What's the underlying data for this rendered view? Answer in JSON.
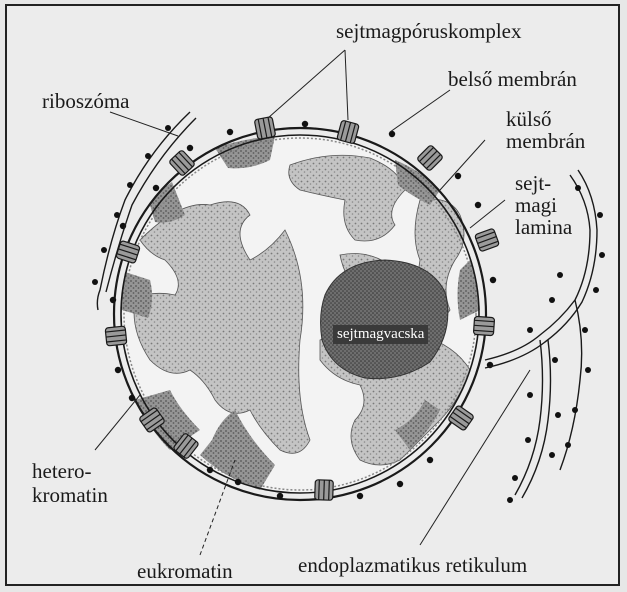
{
  "diagram": {
    "labels": {
      "pore_complex": "sejtmagpóruskomplex",
      "ribosome": "riboszóma",
      "inner_membrane": "belső membrán",
      "outer_membrane_1": "külső",
      "outer_membrane_2": "membrán",
      "lamina_1": "sejt-",
      "lamina_2": "magi",
      "lamina_3": "lamina",
      "nucleolus": "sejtmagvacska",
      "heterochromatin_1": "hetero-",
      "heterochromatin_2": "kromatin",
      "euchromatin": "eukromatin",
      "er": "endoplazmatikus retikulum"
    },
    "colors": {
      "ink": "#1a1a1a",
      "background": "#ececec",
      "chromatin": "#b9b9b9",
      "heterochromatin": "#8c8c8c",
      "nucleolus": "#555555"
    }
  }
}
